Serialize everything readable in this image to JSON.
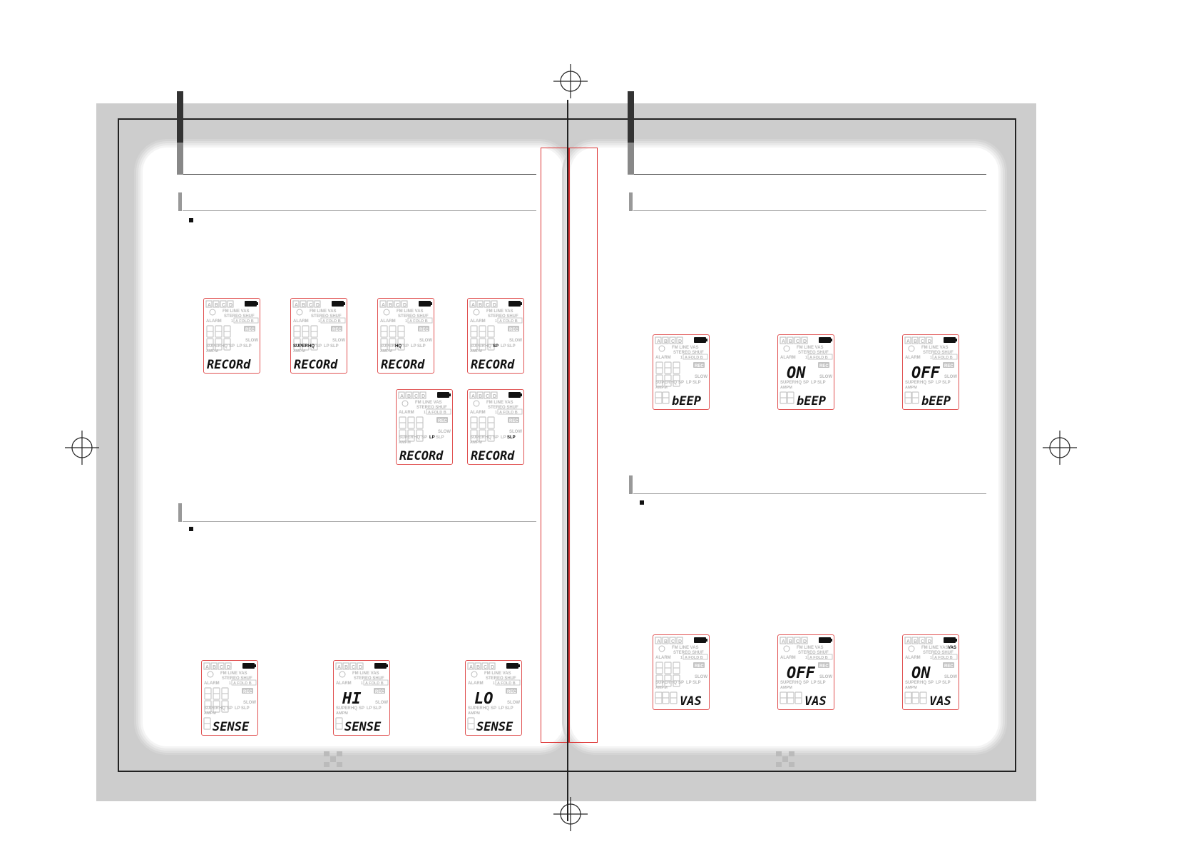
{
  "lcd_labels": {
    "letters": [
      "A",
      "B",
      "C",
      "D"
    ],
    "row1": "FM  LINE  VAS",
    "row2": "STEREO  SHUF",
    "alarm": "ALARM",
    "folder": "A FOLD B",
    "one": "1",
    "rec": "REC",
    "slow": "SLOW",
    "modes": [
      "SUPER",
      "HQ",
      "SP",
      "LP",
      "SLP"
    ],
    "ampm": "AMPM"
  },
  "left_page": {
    "record_displays": [
      {
        "main": "",
        "bottom": "RECORd",
        "active_mode": ""
      },
      {
        "main": "",
        "bottom": "RECORd",
        "active_mode": "SUPER HQ"
      },
      {
        "main": "",
        "bottom": "RECORd",
        "active_mode": "HQ"
      },
      {
        "main": "",
        "bottom": "RECORd",
        "active_mode": "SP"
      },
      {
        "main": "",
        "bottom": "RECORd",
        "active_mode": "LP"
      },
      {
        "main": "",
        "bottom": "RECORd",
        "active_mode": "SLP"
      }
    ],
    "sense_displays": [
      {
        "main": "",
        "bottom": "SENSE"
      },
      {
        "main": "HI",
        "bottom": "SENSE"
      },
      {
        "main": "LO",
        "bottom": "SENSE"
      }
    ]
  },
  "right_page": {
    "beep_displays": [
      {
        "main": "",
        "bottom": "bEEP"
      },
      {
        "main": "ON",
        "bottom": "bEEP"
      },
      {
        "main": "OFF",
        "bottom": "bEEP"
      }
    ],
    "vas_displays": [
      {
        "main": "",
        "bottom": "VAS",
        "vas_on": false
      },
      {
        "main": "OFF",
        "bottom": "VAS",
        "vas_on": false
      },
      {
        "main": "ON",
        "bottom": "VAS",
        "vas_on": true
      }
    ]
  }
}
